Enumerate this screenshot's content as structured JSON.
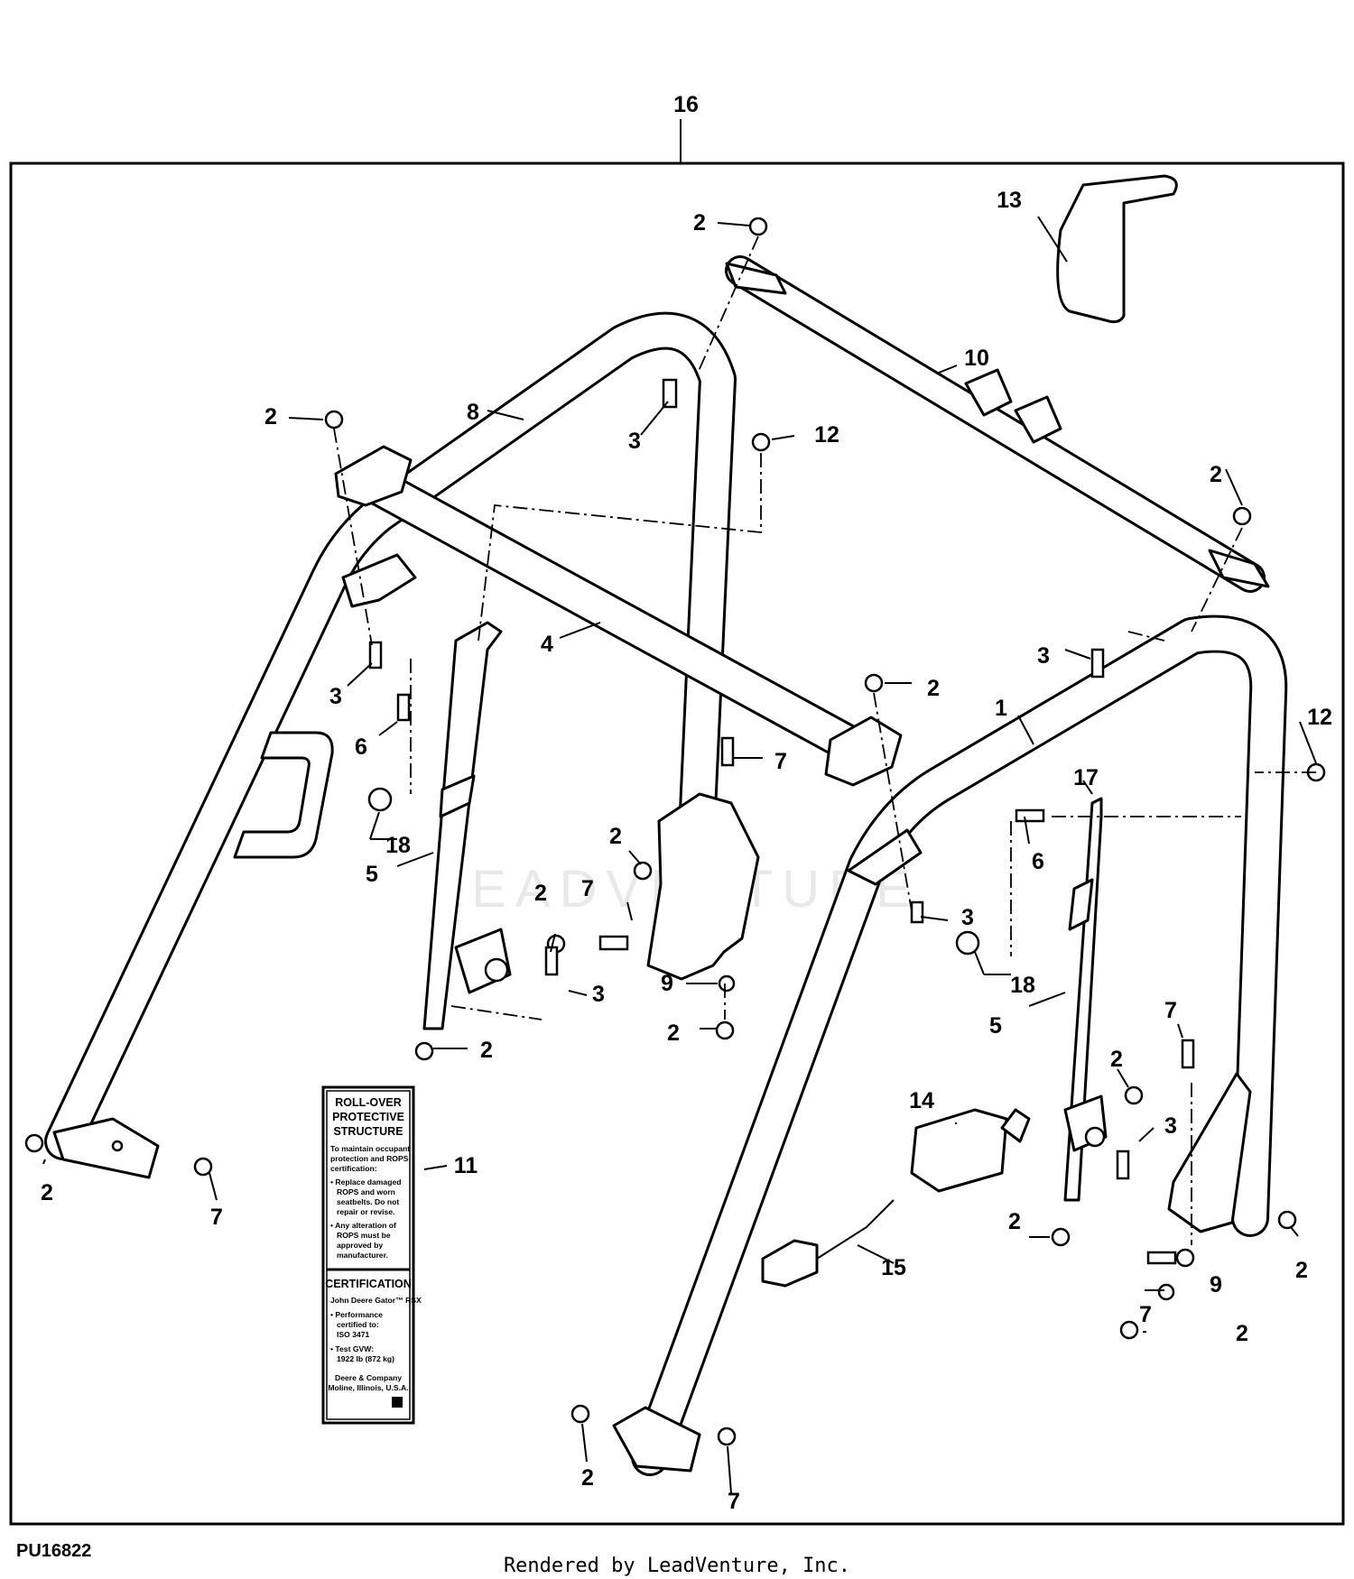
{
  "diagram": {
    "figure_id": "PU16822",
    "credit": "Rendered by LeadVenture, Inc.",
    "watermark": "LEADVENTURE",
    "callouts": [
      {
        "id": "c16",
        "label": "16"
      },
      {
        "id": "c13",
        "label": "13"
      },
      {
        "id": "c2a",
        "label": "2"
      },
      {
        "id": "c10",
        "label": "10"
      },
      {
        "id": "c2b",
        "label": "2"
      },
      {
        "id": "c8",
        "label": "8"
      },
      {
        "id": "c3a",
        "label": "3"
      },
      {
        "id": "c12a",
        "label": "12"
      },
      {
        "id": "c2c",
        "label": "2"
      },
      {
        "id": "c4",
        "label": "4"
      },
      {
        "id": "c3b",
        "label": "3"
      },
      {
        "id": "c3c",
        "label": "3"
      },
      {
        "id": "c2d",
        "label": "2"
      },
      {
        "id": "c1",
        "label": "1"
      },
      {
        "id": "c12b",
        "label": "12"
      },
      {
        "id": "c6a",
        "label": "6"
      },
      {
        "id": "c7a",
        "label": "7"
      },
      {
        "id": "c17",
        "label": "17"
      },
      {
        "id": "c18a",
        "label": "18"
      },
      {
        "id": "c5a",
        "label": "5"
      },
      {
        "id": "c2e",
        "label": "2"
      },
      {
        "id": "c6b",
        "label": "6"
      },
      {
        "id": "c7b",
        "label": "7"
      },
      {
        "id": "c2f",
        "label": "2"
      },
      {
        "id": "c3d",
        "label": "3"
      },
      {
        "id": "c3e",
        "label": "3"
      },
      {
        "id": "c9a",
        "label": "9"
      },
      {
        "id": "c18b",
        "label": "18"
      },
      {
        "id": "c2g",
        "label": "2"
      },
      {
        "id": "c2h",
        "label": "2"
      },
      {
        "id": "c5b",
        "label": "5"
      },
      {
        "id": "c7c",
        "label": "7"
      },
      {
        "id": "c2i",
        "label": "2"
      },
      {
        "id": "c14",
        "label": "14"
      },
      {
        "id": "c3f",
        "label": "3"
      },
      {
        "id": "c11",
        "label": "11"
      },
      {
        "id": "c2j",
        "label": "2"
      },
      {
        "id": "c7d",
        "label": "7"
      },
      {
        "id": "c2k",
        "label": "2"
      },
      {
        "id": "c15",
        "label": "15"
      },
      {
        "id": "c2l",
        "label": "2"
      },
      {
        "id": "c9b",
        "label": "9"
      },
      {
        "id": "c7e",
        "label": "7"
      },
      {
        "id": "c2m",
        "label": "2"
      },
      {
        "id": "c2n",
        "label": "2"
      },
      {
        "id": "c7f",
        "label": "7"
      }
    ],
    "decal": {
      "title": [
        "ROLL-OVER",
        "PROTECTIVE",
        "STRUCTURE"
      ],
      "lines": [
        "To maintain occupant",
        "protection and ROPS",
        "certification:",
        "• Replace damaged",
        "ROPS and worn",
        "seatbelts. Do not",
        "repair or revise.",
        "• Any alteration of",
        "ROPS must be",
        "approved by",
        "manufacturer."
      ],
      "cert_title": "CERTIFICATION",
      "cert_lines": [
        "John Deere Gator™ RSX",
        "• Performance",
        "certified to:",
        "ISO 3471",
        "• Test GVW:",
        "1922 lb (872 kg)",
        "Deere & Company",
        "Moline, Illinois, U.S.A."
      ]
    }
  }
}
